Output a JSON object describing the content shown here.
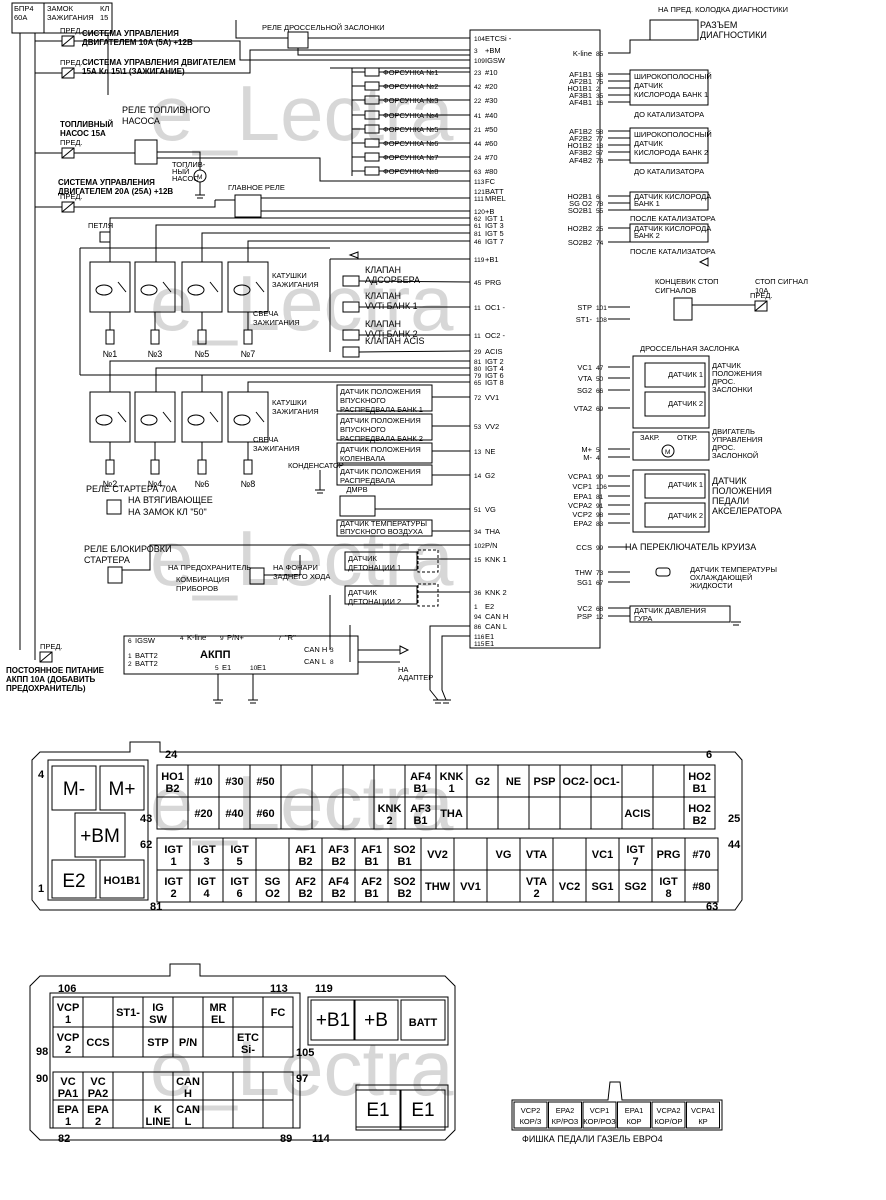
{
  "title_caption": "ФИШКА ПЕДАЛИ ГАЗЕЛЬ ЕВРО4",
  "watermark": "e_Lectra",
  "fuses": {
    "bpr": [
      "БПР4",
      "60А"
    ],
    "ign_switch": [
      "ЗАМОК",
      "ЗАЖИГАНИЯ",
      "КЛ",
      "15"
    ],
    "pred": "ПРЕД.",
    "sys1": [
      "СИСТЕМА УПРАВЛЕНИЯ",
      "ДВИГАТЕЛЕМ 10А (5А) +12В"
    ],
    "sys2": [
      "СИСТЕМА УПРАВЛЕНИЯ ДВИГАТЕЛЕМ",
      "15А Кл 15\\1 (ЗАЖИГАНИЕ)"
    ],
    "fuel_pump_fuse": [
      "ТОПЛИВНЫЙ",
      "НАСОС 15А"
    ],
    "sys3": [
      "СИСТЕМА УПРАВЛЕНИЯ",
      "ДВИГАТЕЛЕМ 20А (25А) +12В"
    ],
    "const_power": [
      "ПОСТОЯННОЕ ПИТАНИЕ",
      "АКПП 10А (ДОБАВИТЬ",
      "ПРЕДОХРАНИТЕЛЬ)"
    ],
    "stop_fuse": [
      "СТОП СИГНАЛ",
      "10А"
    ]
  },
  "components": {
    "throttle_relay": "РЕЛЕ ДРОССЕЛЬНОЙ ЗАСЛОНКИ",
    "fuel_relay": [
      "РЕЛЕ ТОПЛИВНОГО",
      "НАСОСА"
    ],
    "fuel_pump": [
      "ТОПЛИВ-",
      "НЫЙ",
      "НАСОС"
    ],
    "main_relay": "ГЛАВНОЕ РЕЛЕ",
    "loop": "ПЕТЛЯ",
    "coils": [
      "КАТУШКИ",
      "ЗАЖИГАНИЯ"
    ],
    "plugs": [
      "СВЕЧА",
      "ЗАЖИГАНИЯ"
    ],
    "cyl_top": [
      "№1",
      "№3",
      "№5",
      "№7"
    ],
    "cyl_bot": [
      "№2",
      "№4",
      "№6",
      "№8"
    ],
    "capacitor": "КОНДЕНСАТОР",
    "starter_relay": "РЕЛЕ СТАРТЕРА 70А",
    "starter_pull": "НА ВТЯГИВАЮЩЕЕ",
    "starter_lock": "НА ЗАМОК КЛ \"50\"",
    "block_relay": [
      "РЕЛЕ БЛОКИРОВКИ",
      "СТАРТЕРА"
    ],
    "to_fuse": "НА ПРЕДОХРАНИТЕЛЬ",
    "combination": [
      "КОМБИНАЦИЯ",
      "ПРИБОРОВ"
    ],
    "reverse_light": [
      "НА ФОНАРИ",
      "ЗАДНЕГО ХОДА"
    ],
    "akpp": "АКПП",
    "to_adapter": [
      "НА",
      "АДАПТЕР"
    ],
    "diag_block": "НА ПРЕД. КОЛОДКА ДИАГНОСТИКИ",
    "diag_conn": [
      "РАЗЪЕМ",
      "ДИАГНОСТИКИ"
    ],
    "injectors": [
      "ФОРСУНКА №1",
      "ФОРСУНКА №2",
      "ФОРСУНКА №3",
      "ФОРСУНКА №4",
      "ФОРСУНКА №5",
      "ФОРСУНКА №6",
      "ФОРСУНКА №7",
      "ФОРСУНКА №8"
    ],
    "valve_adsorber": [
      "КЛАПАН",
      "АДСОРБЕРА"
    ],
    "valve_vvt1": [
      "КЛАПАН",
      "VVTi БАНК 1"
    ],
    "valve_vvt2": [
      "КЛАПАН",
      "VVTi БАНК 2"
    ],
    "valve_acis": "КЛАПАН ACIS",
    "cam_sensor1": [
      "ДАТЧИК ПОЛОЖЕНИЯ",
      "ВПУСКНОГО",
      "РАСПРЕДВАЛА БАНК 1"
    ],
    "cam_sensor2": [
      "ДАТЧИК ПОЛОЖЕНИЯ",
      "ВПУСКНОГО",
      "РАСПРЕДВАЛА БАНК 2"
    ],
    "crank_sensor": [
      "ДАТЧИК ПОЛОЖЕНИЯ",
      "КОЛЕНВАЛА"
    ],
    "dist_sensor": [
      "ДАТЧИК ПОЛОЖЕНИЯ",
      "РАСПРЕДВАЛА"
    ],
    "maf": "ДМРВ",
    "iat": [
      "ДАТЧИК ТЕМПЕРАТУРЫ",
      "ВПУСКНОГО ВОЗДУХА"
    ],
    "knock1": [
      "ДАТЧИК",
      "ДЕТОНАЦИИ 1"
    ],
    "knock2": [
      "ДАТЧИК",
      "ДЕТОНАЦИИ 2"
    ],
    "o2_wide1": [
      "ШИРОКОПОЛОСНЫЙ",
      "ДАТЧИК",
      "КИСЛОРОДА БАНК 1"
    ],
    "o2_wide2": [
      "ШИРОКОПОЛОСНЫЙ",
      "ДАТЧИК",
      "КИСЛОРОДА БАНК 2"
    ],
    "before_cat": "ДО КАТАЛИЗАТОРА",
    "o2_b1": [
      "ДАТЧИК КИСЛОРОДА",
      "БАНК 1"
    ],
    "o2_b2": [
      "ДАТЧИК КИСЛОРОДА",
      "БАНК 2"
    ],
    "after_cat": "ПОСЛЕ КАТАЛИЗАТОРА",
    "stop_switch": [
      "КОНЦЕВИК СТОП",
      "СИГНАЛОВ"
    ],
    "throttle": "ДРОССЕЛЬНАЯ ЗАСЛОНКА",
    "tps": [
      "ДАТЧИК",
      "ПОЛОЖЕНИЯ",
      "ДРОС.",
      "ЗАСЛОНКИ"
    ],
    "sensor1": "ДАТЧИК 1",
    "sensor2": "ДАТЧИК 2",
    "close": "ЗАКР.",
    "open": "ОТКР.",
    "throttle_motor": [
      "ДВИГАТЕЛЬ",
      "УПРАВЛЕНИЯ",
      "ДРОС.",
      "ЗАСЛОНКОЙ"
    ],
    "pedal_sensor": [
      "ДАТЧИК",
      "ПОЛОЖЕНИЯ",
      "ПЕДАЛИ",
      "АКСЕЛЕРАТОРА"
    ],
    "cruise": "НА ПЕРЕКЛЮЧАТЕЛЬ КРУИЗА",
    "coolant": [
      "ДАТЧИК ТЕМПЕРАТУРЫ",
      "ОХЛАЖДАЮЩЕЙ",
      "ЖИДКОСТИ"
    ],
    "psp": [
      "ДАТЧИК ДАВЛЕНИЯ",
      "ГУРА"
    ]
  },
  "ecu_left_pins": [
    [
      "104",
      "ETCSi -"
    ],
    [
      "3",
      "+BM"
    ],
    [
      "109",
      "IGSW"
    ],
    [
      "23",
      "#10"
    ],
    [
      "42",
      "#20"
    ],
    [
      "22",
      "#30"
    ],
    [
      "41",
      "#40"
    ],
    [
      "21",
      "#50"
    ],
    [
      "44",
      "#60"
    ],
    [
      "24",
      "#70"
    ],
    [
      "63",
      "#80"
    ],
    [
      "113",
      "FC"
    ],
    [
      "121",
      "BATT"
    ],
    [
      "111",
      "MREL"
    ],
    [
      "120",
      "+B"
    ],
    [
      "62",
      "IGT 1"
    ],
    [
      "61",
      "IGT 3"
    ],
    [
      "81",
      "IGT 5"
    ],
    [
      "46",
      "IGT 7"
    ],
    [
      "119",
      "+B1"
    ],
    [
      "45",
      "PRG"
    ],
    [
      "11",
      "OC1 -"
    ],
    [
      "11",
      "OC2 -"
    ],
    [
      "29",
      "ACIS"
    ],
    [
      "81",
      "IGT 2"
    ],
    [
      "80",
      "IGT 4"
    ],
    [
      "79",
      "IGT 6"
    ],
    [
      "65",
      "IGT 8"
    ],
    [
      "72",
      "VV1"
    ],
    [
      "53",
      "VV2"
    ],
    [
      "13",
      "NE"
    ],
    [
      "14",
      "G2"
    ],
    [
      "51",
      "VG"
    ],
    [
      "34",
      "THA"
    ],
    [
      "102",
      "P/N"
    ],
    [
      "15",
      "KNK 1"
    ],
    [
      "36",
      "KNK 2"
    ],
    [
      "1",
      "E2"
    ],
    [
      "94",
      "CAN H"
    ],
    [
      "86",
      "CAN L"
    ],
    [
      "116",
      "E1"
    ],
    [
      "115",
      "E1"
    ]
  ],
  "ecu_right_pins": [
    [
      "K-line",
      "85"
    ],
    [
      "AF1B1",
      "56"
    ],
    [
      "AF2B1",
      "75"
    ],
    [
      "HO1B1",
      "2"
    ],
    [
      "AF3B1",
      "35"
    ],
    [
      "AF4B1",
      "16"
    ],
    [
      "AF1B2",
      "58"
    ],
    [
      "AF2B2",
      "77"
    ],
    [
      "HO1B2",
      "18"
    ],
    [
      "AF3B2",
      "57"
    ],
    [
      "AF4B2",
      "76"
    ],
    [
      "HO2B1",
      "6"
    ],
    [
      "SG O2",
      "78"
    ],
    [
      "SO2B1",
      "55"
    ],
    [
      "HO2B2",
      "25"
    ],
    [
      "SO2B2",
      "74"
    ],
    [
      "STP",
      "101"
    ],
    [
      "ST1-",
      "108"
    ],
    [
      "VC1",
      "47"
    ],
    [
      "VTA",
      "50"
    ],
    [
      "SG2",
      "66"
    ],
    [
      "VTA2",
      "69"
    ],
    [
      "M+",
      "5"
    ],
    [
      "M-",
      "4"
    ],
    [
      "VCPA1",
      "90"
    ],
    [
      "VCP1",
      "106"
    ],
    [
      "EPA1",
      "81"
    ],
    [
      "VCPA2",
      "91"
    ],
    [
      "VCP2",
      "98"
    ],
    [
      "EPA2",
      "83"
    ],
    [
      "CCS",
      "99"
    ],
    [
      "THW",
      "73"
    ],
    [
      "SG1",
      "67"
    ],
    [
      "VC2",
      "68"
    ],
    [
      "PSP",
      "12"
    ]
  ],
  "akpp_pins": [
    [
      "6",
      "IGSW"
    ],
    [
      "1",
      "BATT2"
    ],
    [
      "2",
      "BATT2"
    ],
    [
      "4",
      "K-line"
    ],
    [
      "9",
      "P/N+"
    ],
    [
      "7",
      "\"R\""
    ],
    [
      "3",
      "CAN H"
    ],
    [
      "8",
      "CAN L"
    ],
    [
      "5",
      "E1"
    ],
    [
      "10",
      "E1"
    ]
  ],
  "conn1": {
    "corner_numbers": [
      "24",
      "6",
      "4",
      "43",
      "25",
      "62",
      "44",
      "1",
      "81",
      "63"
    ],
    "row1": [
      "HO1 B2",
      "#10",
      "#30",
      "#50",
      "",
      "",
      "",
      "",
      "AF4 B1",
      "KNK 1",
      "G2",
      "NE",
      "PSP",
      "OC2-",
      "OC1-",
      "",
      "",
      "HO2 B1"
    ],
    "row2": [
      "",
      "#20",
      "#40",
      "#60",
      "",
      "",
      "",
      "KNK 2",
      "AF3 B1",
      "THA",
      "",
      "",
      "",
      "",
      "",
      "ACIS",
      "",
      "HO2 B2"
    ],
    "row3": [
      "IGT 1",
      "IGT 3",
      "IGT 5",
      "",
      "AF1 B2",
      "AF3 B2",
      "AF1 B1",
      "SO2 B1",
      "VV2",
      "",
      "VG",
      "VTA",
      "",
      "VC1",
      "IGT 7",
      "PRG",
      "#70"
    ],
    "row4": [
      "IGT 2",
      "IGT 4",
      "IGT 6",
      "SG O2",
      "AF2 B2",
      "AF4 B2",
      "AF2 B1",
      "SO2 B2",
      "THW",
      "VV1",
      "",
      "VTA 2",
      "VC2",
      "SG1",
      "SG2",
      "IGT 8",
      "#80"
    ],
    "big": [
      "M-",
      "M+",
      "+BM",
      "E2",
      "HO1B1"
    ]
  },
  "conn2": {
    "corner_numbers": [
      "106",
      "113",
      "119",
      "98",
      "105",
      "90",
      "97",
      "82",
      "89",
      "114"
    ],
    "row1": [
      "VCP 1",
      "",
      "ST1-",
      "IG SW",
      "",
      "MR EL",
      "",
      "FC"
    ],
    "row2": [
      "VCP 2",
      "CCS",
      "",
      "STP",
      "P/N",
      "",
      "ETC Si-",
      ""
    ],
    "row3": [
      "VC PA1",
      "VC PA2",
      "",
      "",
      "CAN H",
      "",
      "",
      ""
    ],
    "row4": [
      "EPA 1",
      "EPA 2",
      "",
      "K LINE",
      "CAN L",
      "",
      "",
      ""
    ],
    "big": [
      "+B1",
      "+B",
      "BATT",
      "E1",
      "E1"
    ]
  },
  "pedal_connector": [
    [
      "VCP2",
      "КОР/З"
    ],
    [
      "EPA2",
      "КР/РОЗ"
    ],
    [
      "VCP1",
      "КОР/РОЗ"
    ],
    [
      "EPA1",
      "КОР"
    ],
    [
      "VCPA2",
      "КОР/ОР"
    ],
    [
      "VCPA1",
      "КР"
    ]
  ]
}
